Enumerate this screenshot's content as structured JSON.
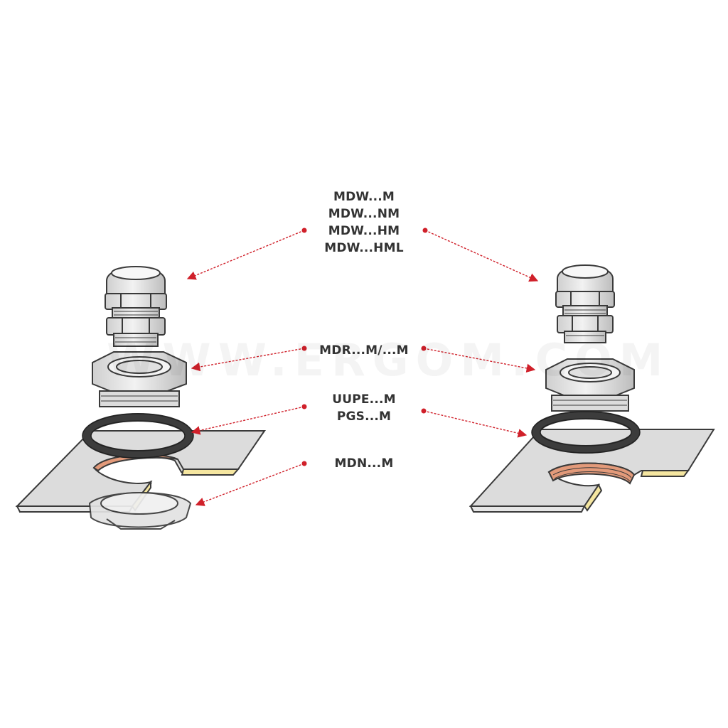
{
  "labels": {
    "gland": [
      "MDW...M",
      "MDW...NM",
      "MDW...HM",
      "MDW...HML"
    ],
    "reducer": "MDR...M/...M",
    "seal": [
      "UUPE...M",
      "PGS...M"
    ],
    "locknut": "MDN...M"
  },
  "watermark": "WWW.ERGOM.COM",
  "colors": {
    "arrow": "#d0202a",
    "outline": "#3a3a3a",
    "part_fill": "#e6e6e6",
    "plate_fill": "#dcdcdc",
    "plate_edge": "#f5e6a0",
    "hole_edge": "#e39a7a",
    "seal_ring": "#3c3c3c"
  }
}
